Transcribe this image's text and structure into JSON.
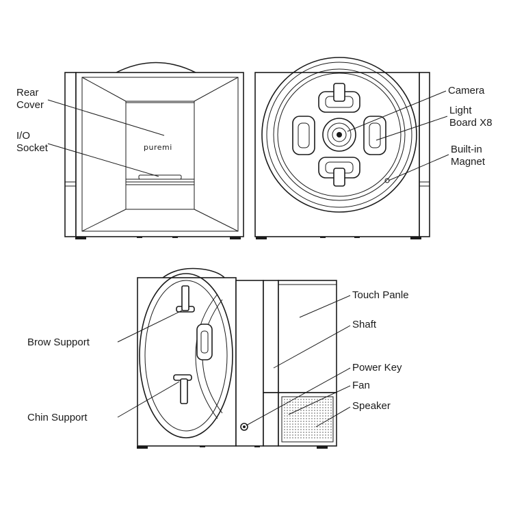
{
  "brand": "puremi",
  "rear_view": {
    "labels": {
      "rear_cover": [
        "Rear",
        "Cover"
      ],
      "io_socket": [
        "I/O",
        "Socket"
      ]
    }
  },
  "front_view": {
    "labels": {
      "camera": [
        "Camera"
      ],
      "light_board": [
        "Light",
        "Board X8"
      ],
      "magnet": [
        "Built-in",
        "Magnet"
      ]
    }
  },
  "side_view": {
    "labels": {
      "touch_panel": "Touch Panle",
      "shaft": "Shaft",
      "power_key": "Power Key",
      "fan": "Fan",
      "speaker": "Speaker",
      "brow_support": "Brow Support",
      "chin_support": "Chin Support"
    }
  }
}
